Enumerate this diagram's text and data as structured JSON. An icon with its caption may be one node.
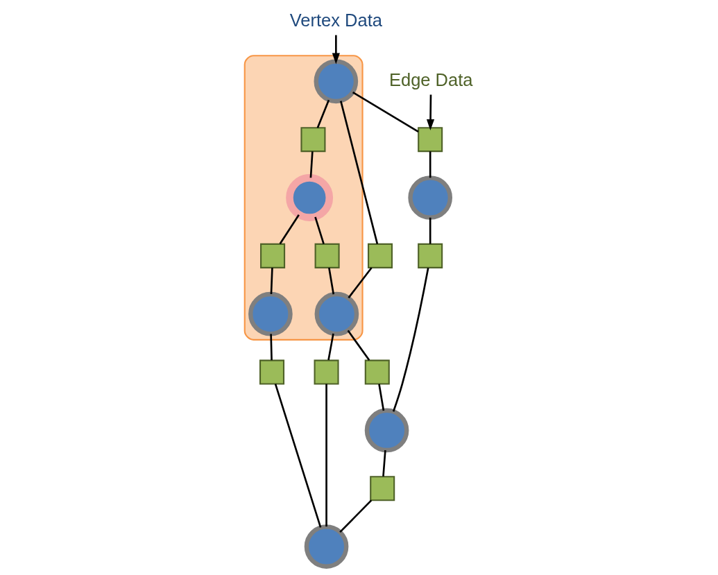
{
  "diagram": {
    "nodes": [
      {
        "text": [
          "Vertex Data"
        ]
      },
      {
        "text": [
          "Edge Data"
        ]
      },
      {
        "text": [],
        "shape": "cloud"
      },
      {
        "text": [],
        "shape": "circle",
        "in": 2
      },
      {
        "text": [],
        "shape": "box",
        "in": 2
      },
      {
        "text": [],
        "shape": "circle",
        "in": 2
      },
      {
        "text": [],
        "shape": "box"
      },
      {
        "text": [],
        "shape": "box"
      },
      {
        "text": [],
        "shape": "box",
        "in": 2
      },
      {
        "text": [],
        "shape": "box",
        "in": 2
      },
      {
        "text": [],
        "shape": "circle"
      },
      {
        "text": [],
        "shape": "circle",
        "in": 2
      },
      {
        "text": [],
        "shape": "circle",
        "in": 2
      },
      {
        "text": [],
        "shape": "box"
      },
      {
        "text": [],
        "shape": "box"
      },
      {
        "text": [],
        "shape": "box"
      },
      {
        "text": [],
        "shape": "box"
      },
      {
        "text": [],
        "shape": "circle"
      },
      {
        "text": [],
        "shape": "box"
      },
      {
        "text": [],
        "shape": "circle"
      }
    ],
    "edges": [
      {
        "from": 0,
        "to": 3,
        "arrow": "to"
      },
      {
        "from": 1,
        "to": 6,
        "arrow": "to"
      },
      {
        "from": 3,
        "to": 4,
        "arrow": "none"
      },
      {
        "from": 4,
        "to": 5,
        "arrow": "none"
      },
      {
        "from": 3,
        "to": 6,
        "arrow": "none"
      },
      {
        "from": 6,
        "to": 10,
        "arrow": "none"
      },
      {
        "from": 3,
        "to": 7,
        "arrow": "none"
      },
      {
        "from": 7,
        "to": 11,
        "arrow": "none"
      },
      {
        "from": 5,
        "to": 8,
        "arrow": "none"
      },
      {
        "from": 8,
        "to": 11,
        "arrow": "none"
      },
      {
        "from": 5,
        "to": 9,
        "arrow": "none"
      },
      {
        "from": 9,
        "to": 12,
        "arrow": "none"
      },
      {
        "from": 10,
        "to": 13,
        "arrow": "none"
      },
      {
        "from": 13,
        "to": 17,
        "arrow": "none"
      },
      {
        "from": 11,
        "to": 14,
        "arrow": "none"
      },
      {
        "from": 14,
        "to": 17,
        "arrow": "none"
      },
      {
        "from": 11,
        "to": 15,
        "arrow": "none"
      },
      {
        "from": 15,
        "to": 19,
        "arrow": "none"
      },
      {
        "from": 12,
        "to": 16,
        "arrow": "none"
      },
      {
        "from": 16,
        "to": 19,
        "arrow": "none"
      },
      {
        "from": 17,
        "to": 18,
        "arrow": "none"
      },
      {
        "from": 18,
        "to": 19,
        "arrow": "none"
      }
    ]
  }
}
